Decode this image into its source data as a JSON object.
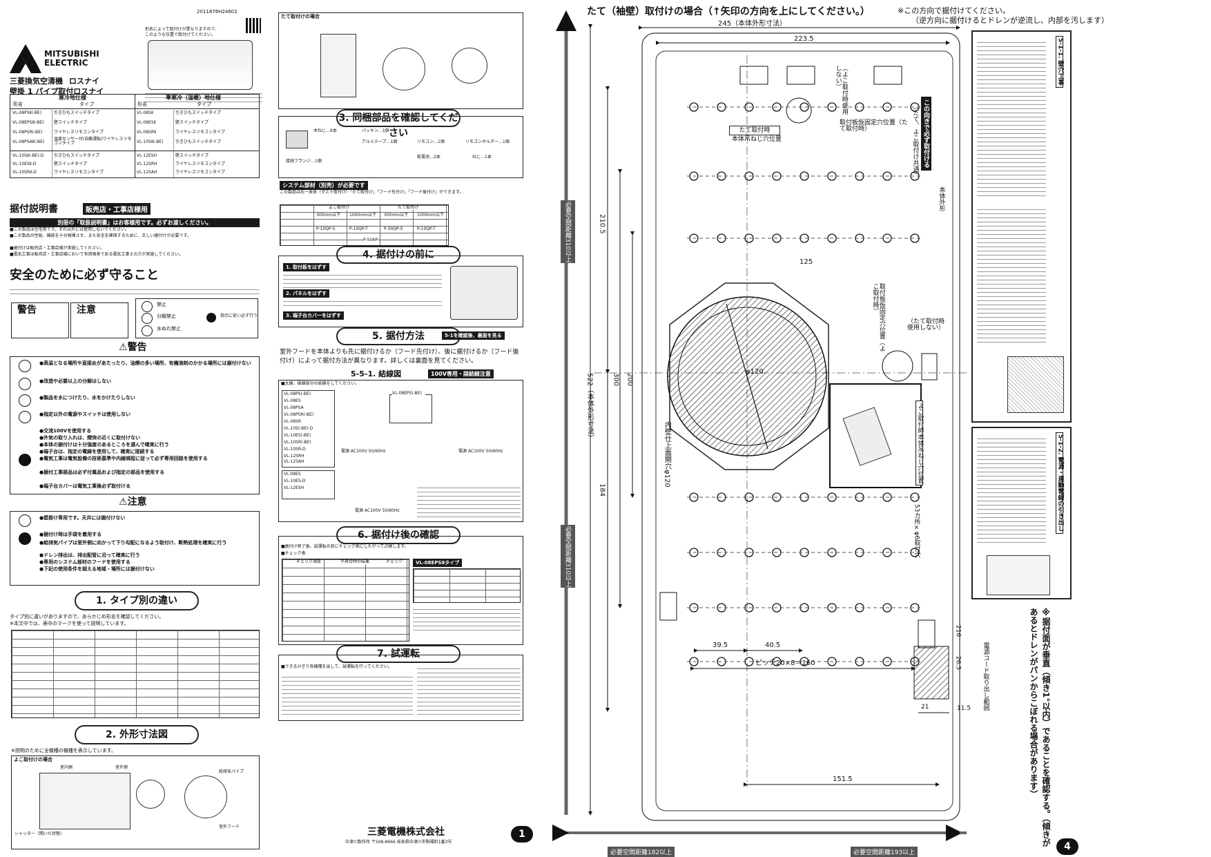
{
  "doc_code": "2011876H24602",
  "brand": {
    "name": "MITSUBISHI ELECTRIC",
    "colors": {
      "ink": "#111111",
      "bar": "#1a1a1a"
    }
  },
  "product": {
    "title": "三菱換気空清機",
    "series": "ロスナイ",
    "subtitle": "壁掛 1 パイプ取付ロスナイ"
  },
  "note_top": [
    "形名によって取付けが異なりますので、",
    "このような位置で取付けてください。"
  ],
  "spec_table": {
    "headers": [
      "寒冷地仕様",
      "形名",
      "タイプ",
      "準寒冷（温暖）地仕様",
      "形名",
      "タイプ"
    ],
    "rows": [
      [
        "VL-08PSⅡ(-BE)",
        "引きひもスイッチタイプ",
        "VL-08SⅡ",
        "引きひもスイッチタイプ"
      ],
      [
        "VL-08EPSⅡ(-BE)",
        "壁スイッチタイプ",
        "VL-08ESⅡ",
        "壁スイッチタイプ"
      ],
      [
        "VL-08PSR(-BE)",
        "ワイヤレスリモコンタイプ",
        "VL-08SRⅡ",
        "ワイヤレスリモコンタイプ"
      ],
      [
        "VL-08PSAⅡ(-BE)",
        "温度センサー付(自動運転)ワイヤレスリモコンタイプ",
        "VL-10SⅡ(-BE)",
        "引きひもスイッチタイプ"
      ],
      [
        "VL-10SⅡ(-BE)-D",
        "引きひもスイッチタイプ",
        "VL-12ESH",
        "壁スイッチタイプ"
      ],
      [
        "VL-10ESⅡ-D",
        "壁スイッチタイプ",
        "VL-12SRH",
        "ワイヤレスリモコンタイプ"
      ],
      [
        "VL-10SRⅡ-D",
        "ワイヤレスリモコンタイプ",
        "VL-12SAH",
        "ワイヤレスリモコンタイプ"
      ]
    ]
  },
  "install_manual": {
    "title": "据付説明書",
    "badge": "販売店・工事店様用"
  },
  "notice_bar": "別冊の「取扱説明書」はお客様用です。必ずお渡しください。",
  "notices": [
    "■この製品は住宅用です。それ以外には使用しないでください。",
    "■この製品の性能、機能を十分発揮させ、また安全を確保するために、正しい据付けが必要です。",
    "■据付けは販売店・工事店様が実施してください。",
    "■電気工事は販売店・工事店様において有資格者である電気工事士の方が実施してください。"
  ],
  "safety": {
    "title": "安全のために必ず守ること",
    "warning": "警告",
    "caution": "注意",
    "forbid": "禁止",
    "no_disassemble": "分解禁止",
    "no_water": "水ぬれ禁止",
    "must": "指示に従い必ず行う"
  },
  "warning_items": [
    "●高温となる場所や直接炎があたったり、油煙の多い場所、有機溶剤のかかる場所には据付けない",
    "●改造や必要以上の分解はしない",
    "●製品を水につけたり、水をかけたりしない",
    "●指定以外の電源やスイッチは使用しない",
    "●交流100Vを使用する",
    "●外気の取り入れは、煙突の近くに取付けない",
    "●本体の据付けは十分強度のあるところを選んで確実に行う",
    "●端子台は、指定の電線を使用して、確実に接続する",
    "●電気工事は電気設備の技術基準や内線規程に従って必ず専用回路を使用する",
    "●据付工事部品は必ず付属品および指定の部品を使用する",
    "●端子台カバーは電気工事後必ず取付ける"
  ],
  "caution_items": [
    "●壁掛け専用です。天井には据付けない",
    "●据付け時は手袋を着用する",
    "●給排気パイプは室外側に向かって下り勾配になるよう取付け、断熱処理を確実に行う",
    "●ドレン排出は、排出配管に沿って確実に行う",
    "●専用のシステム部材のフードを使用する",
    "●下記の使用条件を超える地域・場所には据付けない"
  ],
  "s1": {
    "title": "1. タイプ別の違い",
    "intro": "タイプ別に違いがありますので、あらかじめ形名を確認してください。",
    "note": "※本文中では、表中のマークを使って説明しています。"
  },
  "s2": {
    "title": "2. 外形寸法図",
    "intro": "※説明のために全機種の機種を表示しています。",
    "sub": "よこ取付けの場合",
    "label1": "室内側",
    "label2": "室外側",
    "label3": "給排気パイプ",
    "label4": "室外フード",
    "label5": "シャッター（開いた状態）"
  },
  "tate_case": "たて取付けの場合",
  "s3": {
    "title": "3. 同梱部品を確認してください",
    "items": [
      "木ねじ…6本",
      "パッキン…1個",
      "アルミテープ…1個",
      "リモコン…1個",
      "乾電池…2本",
      "リモコンホルダー…1個",
      "ねじ…1本",
      "接続フランジ…1個"
    ]
  },
  "system_parts": {
    "title": "システム部材（別売）が必要です",
    "note": "この製品は右一本体（ダスト取付け）「たて取付け」「フード先付け」「フード後付け」ができます。",
    "cols": [
      "よこ取付け",
      "たて取付け"
    ],
    "rows": [
      "300mm以下",
      "1000mm以下",
      "300mm以下",
      "1000mm以下"
    ],
    "items": [
      "P-10QP-S",
      "P-10QP-T",
      "P-30QP-S",
      "P-10QP-T",
      "P-50AP"
    ]
  },
  "s4": {
    "title": "4. 据付けの前に",
    "step1": "1. 取付板をはずす",
    "step2": "2. パネルをはずす",
    "step3": "3. 端子台カバーをはずす"
  },
  "s5": {
    "title": "5. 据付方法",
    "badge": "5-1を確認後、裏面を見る",
    "body": "室外フードを本体よりも先に据付けるか（フード先付け）、後に据付けるか（フード後付け）によって据付方法が異なります。詳しくは裏面を見てください。"
  },
  "s551": {
    "title": "5-5-1. 結線図",
    "badge": "100V専用・誤結線注意",
    "note": "■太線、破線部分の結線をしてください。",
    "power": "電源 AC100V 50/60Hz",
    "models_a": [
      "VL-08PS(-BE)",
      "VL-08ES",
      "VL-08PSA",
      "VL-08PSR(-BE)",
      "VL-08SR",
      "VL-10S(-BE)-D",
      "VL-10ES(-BE)",
      "VL-10SR(-BE)",
      "VL-10SR-D",
      "VL-12SRH",
      "VL-12SAH"
    ],
    "models_b": [
      "VL-08EPS(-BE)"
    ],
    "models_c": [
      "VL-08ES",
      "VL-10ES-D",
      "VL-12ESH"
    ]
  },
  "s6": {
    "title": "6. 据付け後の確認",
    "note": "■据付け終了後、試運転の前にチェック表にしたがって点検します。",
    "check": "■チェック表",
    "cols": [
      "チェック項目",
      "不具合時の結果",
      "チェック"
    ],
    "vl08": "VL-08EPSⅡタイプ"
  },
  "s7": {
    "title": "7. 試運転",
    "body": "■できるかぎり各機種を出して、試運転を行ってください。",
    "footer": "三菱電機株式会社",
    "address": "中津川製作所 〒508-8666 岐阜県中津川市駒場町1番3号"
  },
  "page_left": "1",
  "page_right": "4",
  "right": {
    "heading": "たて（袖壁）取付けの場合（↑矢印の方向を上にしてください。）",
    "note1": "※この方向で据付けてください。",
    "note2": "（逆方向に据付けるとドレンが逆流し、内部を汚します）",
    "dim_w": "245（本体外形寸法）",
    "dim_2235": "223.5",
    "dim_2105": "210.5",
    "dim_125": "125",
    "dim_522": "522（本体外形寸法）",
    "dim_300": "300",
    "dim_200": "200",
    "dim_184": "184",
    "dim_395": "39.5",
    "dim_405": "40.5",
    "pitch": "ピッチ20×8＝160",
    "dim_1515": "151.5",
    "dim_21": "21",
    "dim_115": "11.5",
    "dim_216": "216",
    "dim_265": "26.5",
    "phi": "φ120",
    "inner_hole": "内壁仕上面開穴φ120",
    "tate_label": "たて取付時",
    "tate_screw": "本体吊ねじ穴位置",
    "fix_plate": "取付板仮固定穴位置（たて取付時）",
    "yoko_screw": "取付板仮固定穴位置（よこ取付時）",
    "yoko_label": "（たて取付時使用しない）",
    "yoko_hang": "よこ取付時本体吊ねじ穴位置",
    "yoko_vertical": "（よこ取付時使用しない）",
    "body_outline": "本体外形",
    "hole_note": "53カ所×φ6取付穴",
    "cord_exit": "電源コード取り出し範囲",
    "req_top": "必要空間距離310以上",
    "req_bottom": "必要空間距離310以上",
    "req_left": "必要空間距離182以上",
    "req_right": "必要空間距離193以上",
    "drain_note": "※据付面が垂直（傾き1°以内）であることを確認する。（傾きがあるとドレンがパンからこぼれる場合があります）",
    "side_top_label": "この向きで必ず取付ける",
    "side_top_sub": "（たて、よこ取付け共通）",
    "s511": "5-1-1. 壁穴工事",
    "s512": "5-1-2. 電源・連動電線の引き出し"
  }
}
